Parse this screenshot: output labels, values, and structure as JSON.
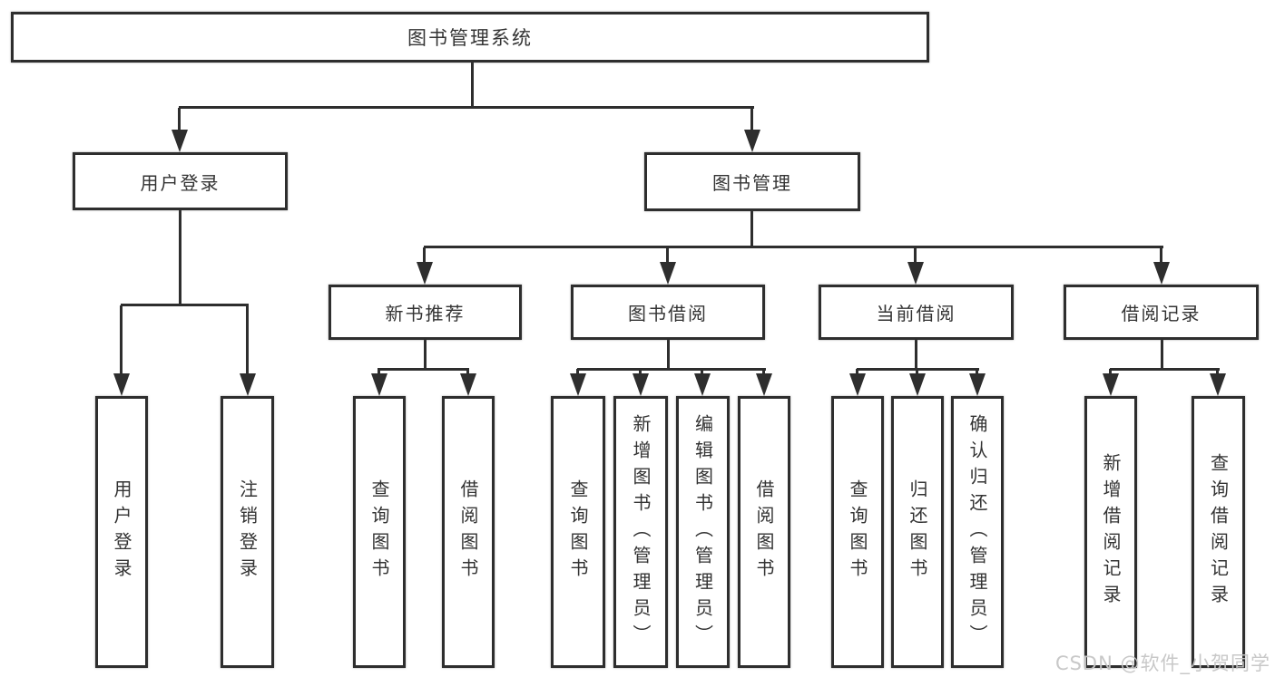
{
  "title": "图书管理系统",
  "watermark": "CSDN @软件_小贺同学",
  "colors": {
    "line": "#2e2e2e",
    "border": "#2e2e2e",
    "text": "#333333",
    "background": "#ffffff",
    "watermark": "#c5c5c5"
  },
  "tree": {
    "label": "图书管理系统",
    "children": [
      {
        "label": "用户登录",
        "children": [
          {
            "label": "用户登录"
          },
          {
            "label": "注销登录"
          }
        ]
      },
      {
        "label": "图书管理",
        "children": [
          {
            "label": "新书推荐",
            "children": [
              {
                "label": "查询图书"
              },
              {
                "label": "借阅图书"
              }
            ]
          },
          {
            "label": "图书借阅",
            "children": [
              {
                "label": "查询图书"
              },
              {
                "label": "新增图书（管理员）"
              },
              {
                "label": "编辑图书（管理员）"
              },
              {
                "label": "借阅图书"
              }
            ]
          },
          {
            "label": "当前借阅",
            "children": [
              {
                "label": "查询图书"
              },
              {
                "label": "归还图书"
              },
              {
                "label": "确认归还（管理员）"
              }
            ]
          },
          {
            "label": "借阅记录",
            "children": [
              {
                "label": "新增借阅记录"
              },
              {
                "label": "查询借阅记录"
              }
            ]
          }
        ]
      }
    ]
  }
}
